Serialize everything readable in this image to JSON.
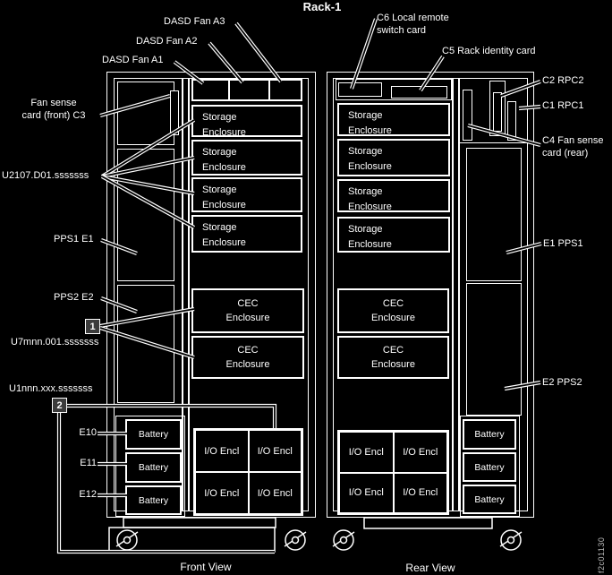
{
  "title": "Rack-1",
  "figure_id": "f2c01130",
  "views": {
    "front": "Front View",
    "rear": "Rear View"
  },
  "callouts": {
    "dasd_fan_a1": "DASD Fan A1",
    "dasd_fan_a2": "DASD Fan A2",
    "dasd_fan_a3": "DASD Fan A3",
    "fan_sense_front": "Fan sense\ncard (front) C3",
    "u2107_location": "U2107.D01.sssssss",
    "pps1_e1": "PPS1 E1",
    "pps2_e2": "PPS2 E2",
    "badge_1": "1",
    "u7mnn_location": "U7mnn.001.sssssss",
    "u1nnn_location": "U1nnn.xxx.sssssss",
    "badge_2": "2",
    "e10": "E10",
    "e11": "E11",
    "e12": "E12",
    "c6_local_remote_switch": "C6 Local remote\nswitch card",
    "c5_rack_identity": "C5 Rack identity card",
    "c2_rpc2": "C2 RPC2",
    "c1_rpc1": "C1 RPC1",
    "c4_fan_sense_rear": "C4 Fan sense\ncard (rear)",
    "e1_pps1": "E1 PPS1",
    "e2_pps2": "E2 PPS2"
  },
  "labels": {
    "storage_enclosure": "Storage\nEnclosure",
    "cec_enclosure": "CEC\nEnclosure",
    "io_enclosure": "I/O Encl",
    "battery": "Battery"
  },
  "colors": {
    "background": "#000000",
    "line": "#ffffff"
  }
}
